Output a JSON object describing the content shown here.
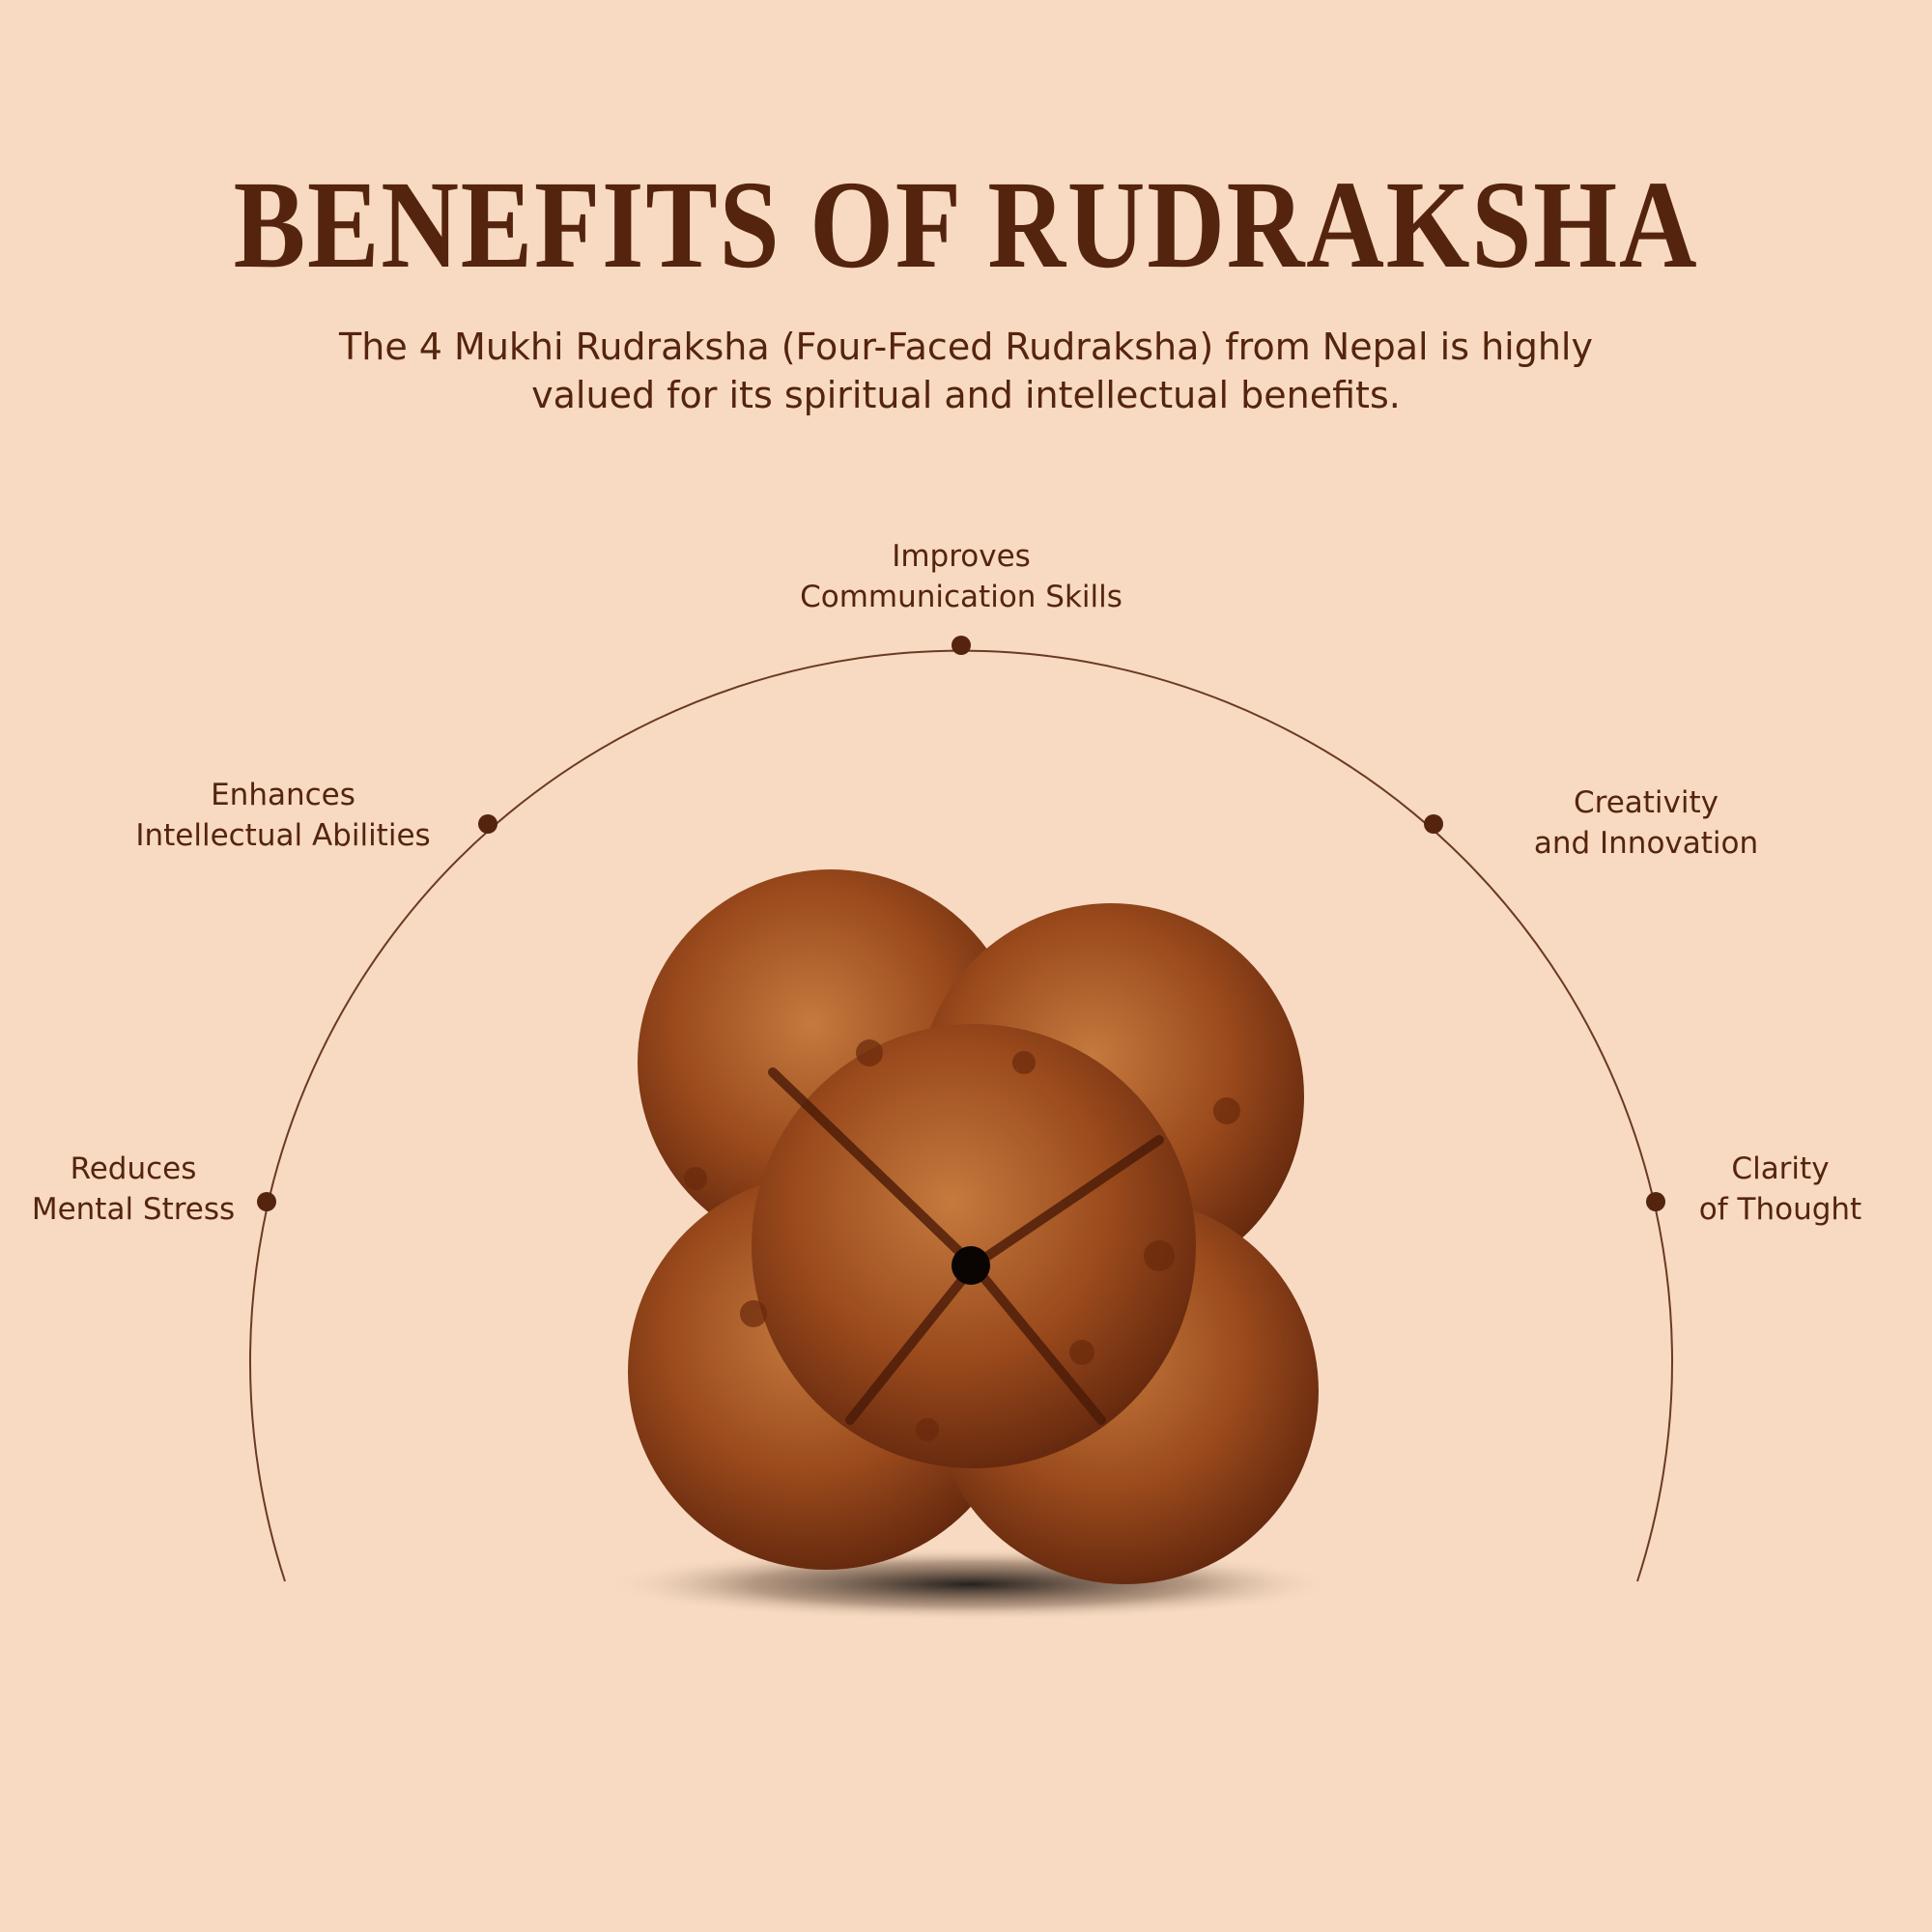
{
  "title": "BENEFITS OF RUDRAKSHA",
  "subtitle": {
    "line1": "The 4 Mukhi Rudraksha (Four-Faced Rudraksha) from Nepal is highly",
    "line2": "valued for its spiritual and intellectual benefits."
  },
  "benefits": [
    {
      "line1": "Improves",
      "line2": "Communication Skills"
    },
    {
      "line1": "Enhances",
      "line2": "Intellectual Abilities"
    },
    {
      "line1": "Creativity",
      "line2": "and Innovation"
    },
    {
      "line1": "Reduces",
      "line2": "Mental Stress"
    },
    {
      "line1": "Clarity",
      "line2": "of Thought"
    }
  ],
  "colors": {
    "background": "#f7dac1",
    "text": "#55240e",
    "bead": "#9a4a1c"
  }
}
